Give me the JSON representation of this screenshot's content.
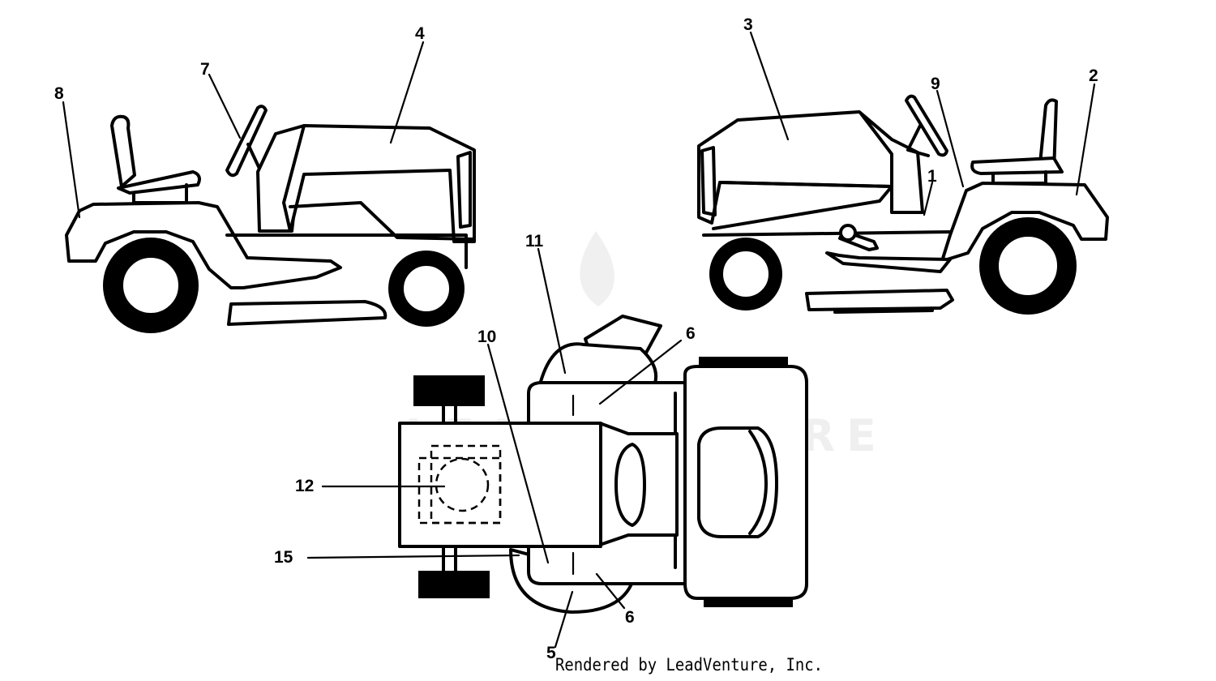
{
  "diagram": {
    "callouts": [
      "8",
      "7",
      "4",
      "3",
      "9",
      "2",
      "1",
      "11",
      "10",
      "6",
      "12",
      "15",
      "6",
      "5"
    ],
    "watermark": "LEADVENTURE"
  },
  "footer": {
    "credit": "Rendered by LeadVenture, Inc."
  }
}
